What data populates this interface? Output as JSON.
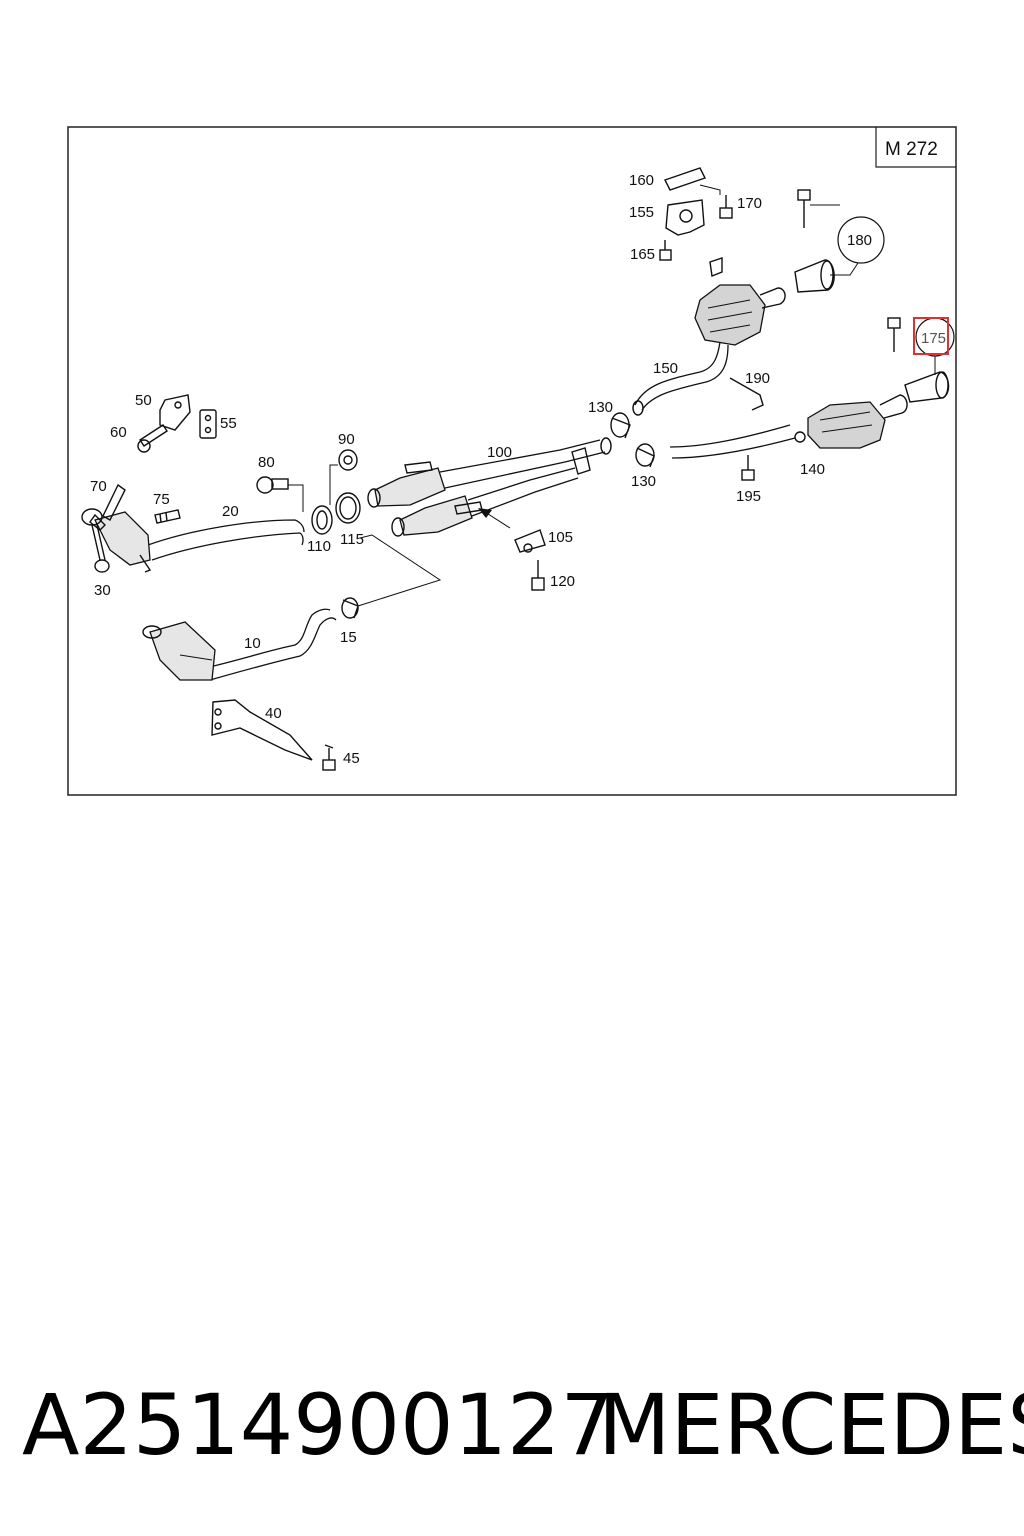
{
  "diagram": {
    "model_code": "M 272",
    "highlighted_callout": "175",
    "callouts": {
      "c10": "10",
      "c15": "15",
      "c20": "20",
      "c30": "30",
      "c40": "40",
      "c45": "45",
      "c50": "50",
      "c55": "55",
      "c60": "60",
      "c70": "70",
      "c75": "75",
      "c80": "80",
      "c90": "90",
      "c100": "100",
      "c105": "105",
      "c110": "110",
      "c115": "115",
      "c120": "120",
      "c130a": "130",
      "c130b": "130",
      "c140": "140",
      "c150": "150",
      "c155": "155",
      "c160": "160",
      "c165": "165",
      "c170": "170",
      "c175": "175",
      "c180": "180",
      "c190": "190",
      "c195": "195"
    },
    "colors": {
      "line": "#111111",
      "highlight": "#e03030",
      "frame": "#222222"
    }
  },
  "footer": {
    "part_number": "A2514900127",
    "brand": "MERCEDES"
  }
}
